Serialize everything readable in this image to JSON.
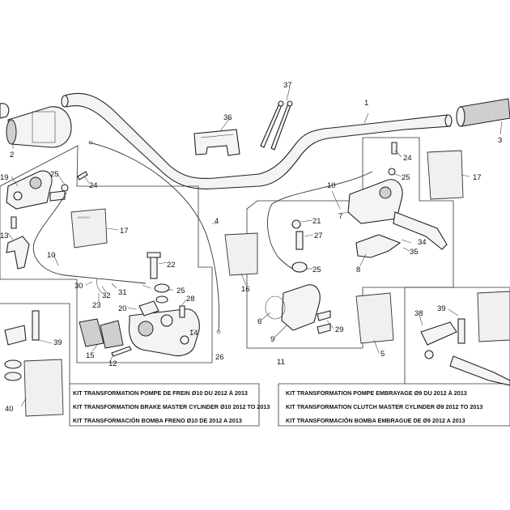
{
  "diagram": {
    "callouts": [
      {
        "id": "1",
        "label": "1"
      },
      {
        "id": "2",
        "label": "2"
      },
      {
        "id": "3",
        "label": "3"
      },
      {
        "id": "4",
        "label": "4"
      },
      {
        "id": "5",
        "label": "5"
      },
      {
        "id": "6",
        "label": "6"
      },
      {
        "id": "7",
        "label": "7"
      },
      {
        "id": "8",
        "label": "8"
      },
      {
        "id": "9",
        "label": "9"
      },
      {
        "id": "10a",
        "label": "10"
      },
      {
        "id": "10b",
        "label": "10"
      },
      {
        "id": "11",
        "label": "11"
      },
      {
        "id": "12",
        "label": "12"
      },
      {
        "id": "13",
        "label": "13"
      },
      {
        "id": "14",
        "label": "14"
      },
      {
        "id": "15",
        "label": "15"
      },
      {
        "id": "16",
        "label": "16"
      },
      {
        "id": "17a",
        "label": "17"
      },
      {
        "id": "17b",
        "label": "17"
      },
      {
        "id": "19",
        "label": "19"
      },
      {
        "id": "20",
        "label": "20"
      },
      {
        "id": "21",
        "label": "21"
      },
      {
        "id": "22",
        "label": "22"
      },
      {
        "id": "23",
        "label": "23"
      },
      {
        "id": "24a",
        "label": "24"
      },
      {
        "id": "24b",
        "label": "24"
      },
      {
        "id": "25a",
        "label": "25"
      },
      {
        "id": "25b",
        "label": "25"
      },
      {
        "id": "25c",
        "label": "25"
      },
      {
        "id": "25d",
        "label": "25"
      },
      {
        "id": "26",
        "label": "26"
      },
      {
        "id": "27",
        "label": "27"
      },
      {
        "id": "28",
        "label": "28"
      },
      {
        "id": "29",
        "label": "29"
      },
      {
        "id": "30",
        "label": "30"
      },
      {
        "id": "31",
        "label": "31"
      },
      {
        "id": "32",
        "label": "32"
      },
      {
        "id": "34",
        "label": "34"
      },
      {
        "id": "35",
        "label": "35"
      },
      {
        "id": "36",
        "label": "36"
      },
      {
        "id": "37",
        "label": "37"
      },
      {
        "id": "38",
        "label": "38"
      },
      {
        "id": "39a",
        "label": "39"
      },
      {
        "id": "39b",
        "label": "39"
      },
      {
        "id": "40",
        "label": "40"
      }
    ],
    "brake_kit": [
      "KIT TRANSFORMATION POMPE DE FREIN Ø10 DU 2012 À 2013",
      "KIT TRANSFORMATION BRAKE MASTER CYLINDER Ø10 2012 TO 2013",
      "KIT TRANSFORMACIÓN BOMBA FRENO Ø10 DE 2012 A 2013"
    ],
    "clutch_kit": [
      "KIT TRANSFORMATION POMPE EMBRAYAGE Ø9 DU 2012 À 2013",
      "KIT TRANSFORMATION CLUTCH MASTER CYLINDER Ø9 2012 TO 2013",
      "KIT TRANSFORMACIÓN BOMBA EMBRAGUE DE Ø9 2012 A 2013"
    ]
  }
}
